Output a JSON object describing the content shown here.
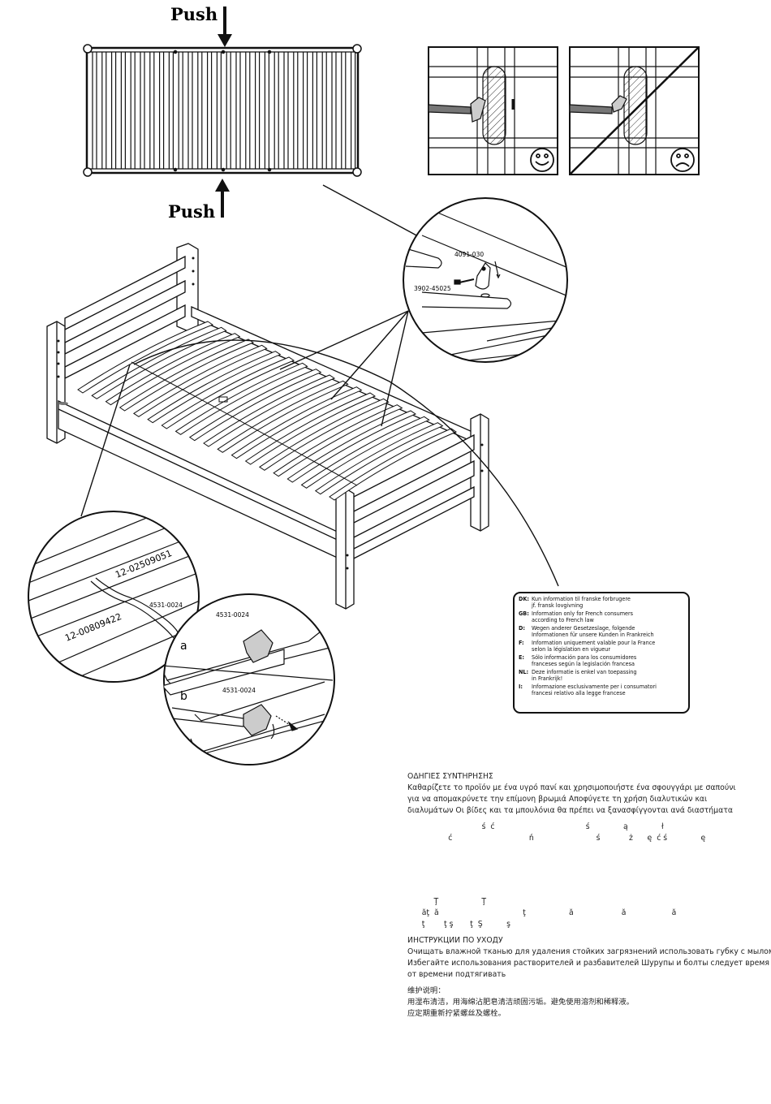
{
  "illustration": {
    "push_label_top": "Push",
    "push_label_bottom": "Push",
    "part_codes": {
      "bracket": "4091-030",
      "screw": "3902-45025",
      "strap_1": "4531-0024",
      "strap_2": "4531-0024",
      "strap_3": "4531-0024"
    },
    "slat_codes": {
      "upper": "12-02509051",
      "lower": "12-00809422"
    },
    "step_labels": {
      "a": "a",
      "b": "b"
    },
    "icons": [
      "smiley-face-icon",
      "sad-face-icon",
      "push-arrow-icon"
    ]
  },
  "legal_notice": {
    "rows": [
      {
        "code": "DK:",
        "text": "Kun information til franske forbrugere\njf. fransk lovgivning"
      },
      {
        "code": "GB:",
        "text": "Information only for French consumers\naccording to French law"
      },
      {
        "code": "D:",
        "text": "Wegen anderer Gesetzeslage, folgende\nInformationen für unsere Kunden in Frankreich"
      },
      {
        "code": "F:",
        "text": "Information uniquement valable pour la France\nselon la législation en vigueur"
      },
      {
        "code": "E:",
        "text": "Sólo información para los consumidores\nfranceses según la legislación francesa"
      },
      {
        "code": "NL:",
        "text": "Deze informatie is enkel van toepassing\nin Frankrijk!"
      },
      {
        "code": "I:",
        "text": "Informazione esclusivamente per i consumatori\nfrancesi relativo alla legge francese"
      }
    ]
  },
  "care": {
    "greek": {
      "heading": "ΟΔΗΓΙΕΣ ΣΥΝΤΗΡΗΣΗΣ",
      "lines": [
        "Καθαρίζετε το προϊόν με ένα υγρό πανί και χρησιμοποιήστε ένα σφουγγάρι με σαπούνι",
        "για να απομακρύνετε την επίμονη βρωμιά  Αποφύγετε τη χρήση διαλυτικών και",
        "διαλυμάτων  Οι βίδες και τα μπουλόνια θα πρέπει να ξανασφίγγονται ανά διαστήματα"
      ]
    },
    "polish_fragments": [
      "                               ś  ć                                      ś              ą              ł",
      "                 ć                                ń                          ś            ż      ę  ć ś              ę"
    ],
    "romanian_fragments": [
      "           Ţ                  Ţ",
      "      ăţ  ă                                   ţ                  ă                    ă                   ă",
      "      ţ        ţ ş       ţ  Ş          ş"
    ],
    "russian": {
      "heading": "ИНСТРУКЦИИ ПО УХОДУ",
      "lines": [
        "Очищать влажной тканью  для удаления стойких загрязнений использовать губку с мылом",
        "Избегайте использования растворителей и разбавителей  Шурупы и болты следует время",
        "от времени подтягивать"
      ]
    },
    "chinese": {
      "heading": "维护说明：",
      "lines": [
        "用湿布清洁，用海绵沾肥皂清洁顽固污垢。避免使用溶剂和稀释液。",
        "应定期重新拧紧螺丝及螺栓。"
      ]
    }
  }
}
